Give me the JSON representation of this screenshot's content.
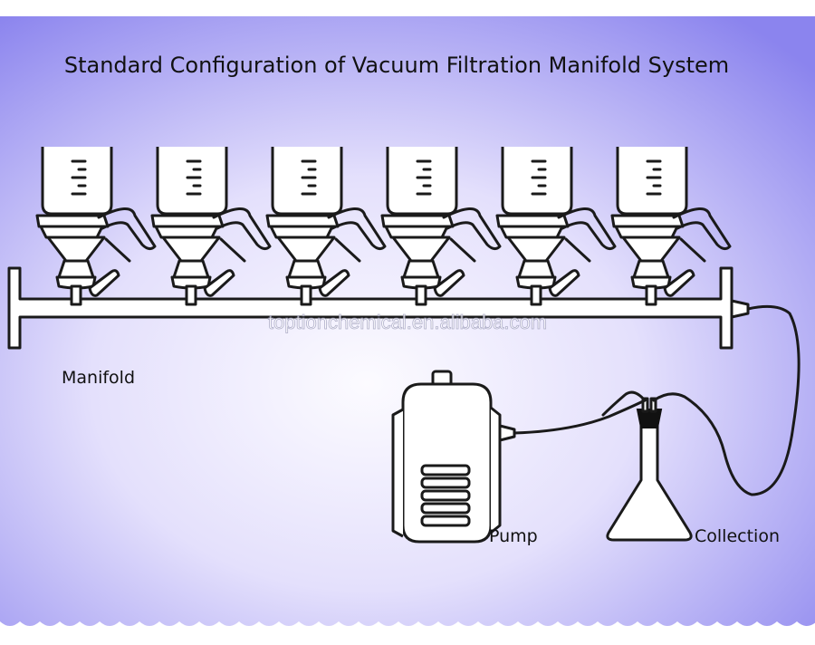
{
  "title": "Standard Configuration of Vacuum Filtration Manifold System",
  "labels": {
    "manifold": "Manifold",
    "pump": "Pump",
    "collection": "Collection"
  },
  "watermark": "toptionchemical.en.alibaba.com",
  "colors": {
    "background_center": "#fbfaff",
    "background_edge": "#8b84ee",
    "line": "#1a1a1a",
    "fill": "#ffffff"
  },
  "filter_unit_count": 6
}
